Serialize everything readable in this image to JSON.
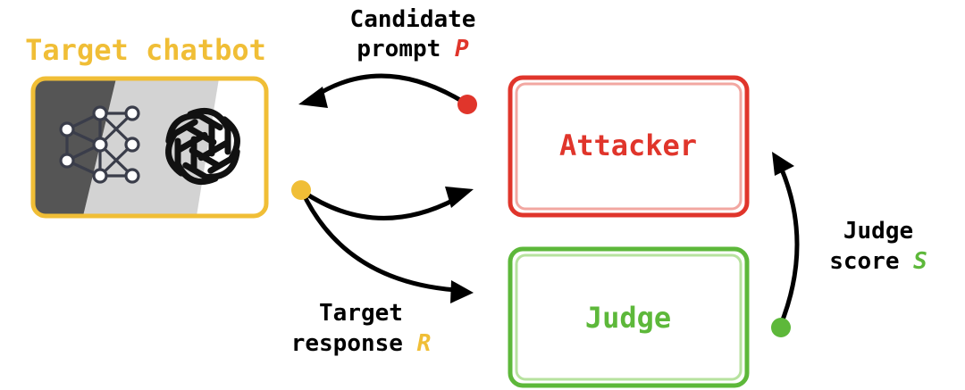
{
  "target": {
    "title": "Target chatbot",
    "title_color": "#F0BE36",
    "border_color": "#F0BE36",
    "icons": [
      "neural-network-icon",
      "openai-logo-icon"
    ]
  },
  "attacker": {
    "label": "Attacker",
    "color": "#E0352B"
  },
  "judge": {
    "label": "Judge",
    "color": "#5DB83A"
  },
  "edges": {
    "candidate": {
      "line1": "Candidate",
      "line2": "prompt",
      "var": "P",
      "var_color": "#E0352B"
    },
    "response": {
      "line1": "Target",
      "line2": "response",
      "var": "R",
      "var_color": "#F0BE36"
    },
    "score": {
      "line1": "Judge",
      "line2": "score",
      "var": "S",
      "var_color": "#5DB83A"
    }
  }
}
